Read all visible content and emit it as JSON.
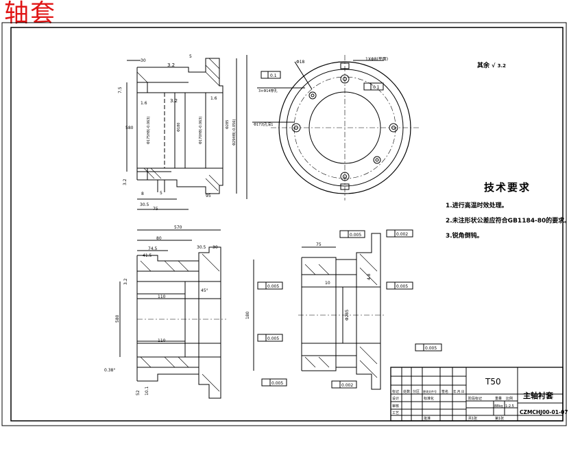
{
  "sheet_title": "轴套",
  "roughness_note": "其余",
  "roughness_value": "3.2",
  "tech_requirements": {
    "title": "技术要求",
    "items": [
      "1.进行高温时效处理。",
      "2.未注形状公差应符合GB1184-80的要求。",
      "3.锐角倒钝。"
    ]
  },
  "title_block": {
    "material": "T50",
    "part_name": "主轴衬套",
    "drawing_no": "CZMCHJ00-01-07",
    "scale": "1:2.5",
    "headers": [
      "标记",
      "处数",
      "分区",
      "更改文件号",
      "签名",
      "年.月.日"
    ],
    "design_label": "设计",
    "standard_label": "标准化",
    "review_label": "审核",
    "process_label": "工艺",
    "approve_label": "批准",
    "stage_label": "阶段标记",
    "weight_label": "重量",
    "scale_label": "比例",
    "weight_value": "88kg",
    "sheets_label": "共1张",
    "sheet_label": "第1张"
  },
  "view1": {
    "dims": [
      "30",
      "5",
      "3.2",
      "7.5",
      "1.6",
      "3.2",
      "1.6",
      "580",
      "Φ175H8(-0.063)",
      "Φ180",
      "Φ170H8(-0.063)",
      "Φ285",
      "Φ294f8(-0.056)",
      "3.2",
      "8",
      "5",
      "30.5",
      "75",
      "95"
    ]
  },
  "view2": {
    "labels": [
      "Φ18",
      "1XΦ8(平面)",
      "0.1",
      "0.1",
      "3×Φ14穿孔",
      "Φ17沉孔深1"
    ]
  },
  "view3": {
    "dims": [
      "570",
      "80",
      "74.5",
      "30.5",
      "30",
      "41.5",
      "3.2",
      "45°",
      "110",
      "110",
      "580",
      "0.38°",
      "52",
      "10.1"
    ]
  },
  "view4": {
    "dims": [
      "75",
      "10",
      "180",
      "Φ285",
      "4.8"
    ],
    "tolerances": [
      "0.005",
      "0.002",
      "0.005",
      "0.005",
      "0.005",
      "0.005",
      "0.005",
      "0.002"
    ]
  }
}
